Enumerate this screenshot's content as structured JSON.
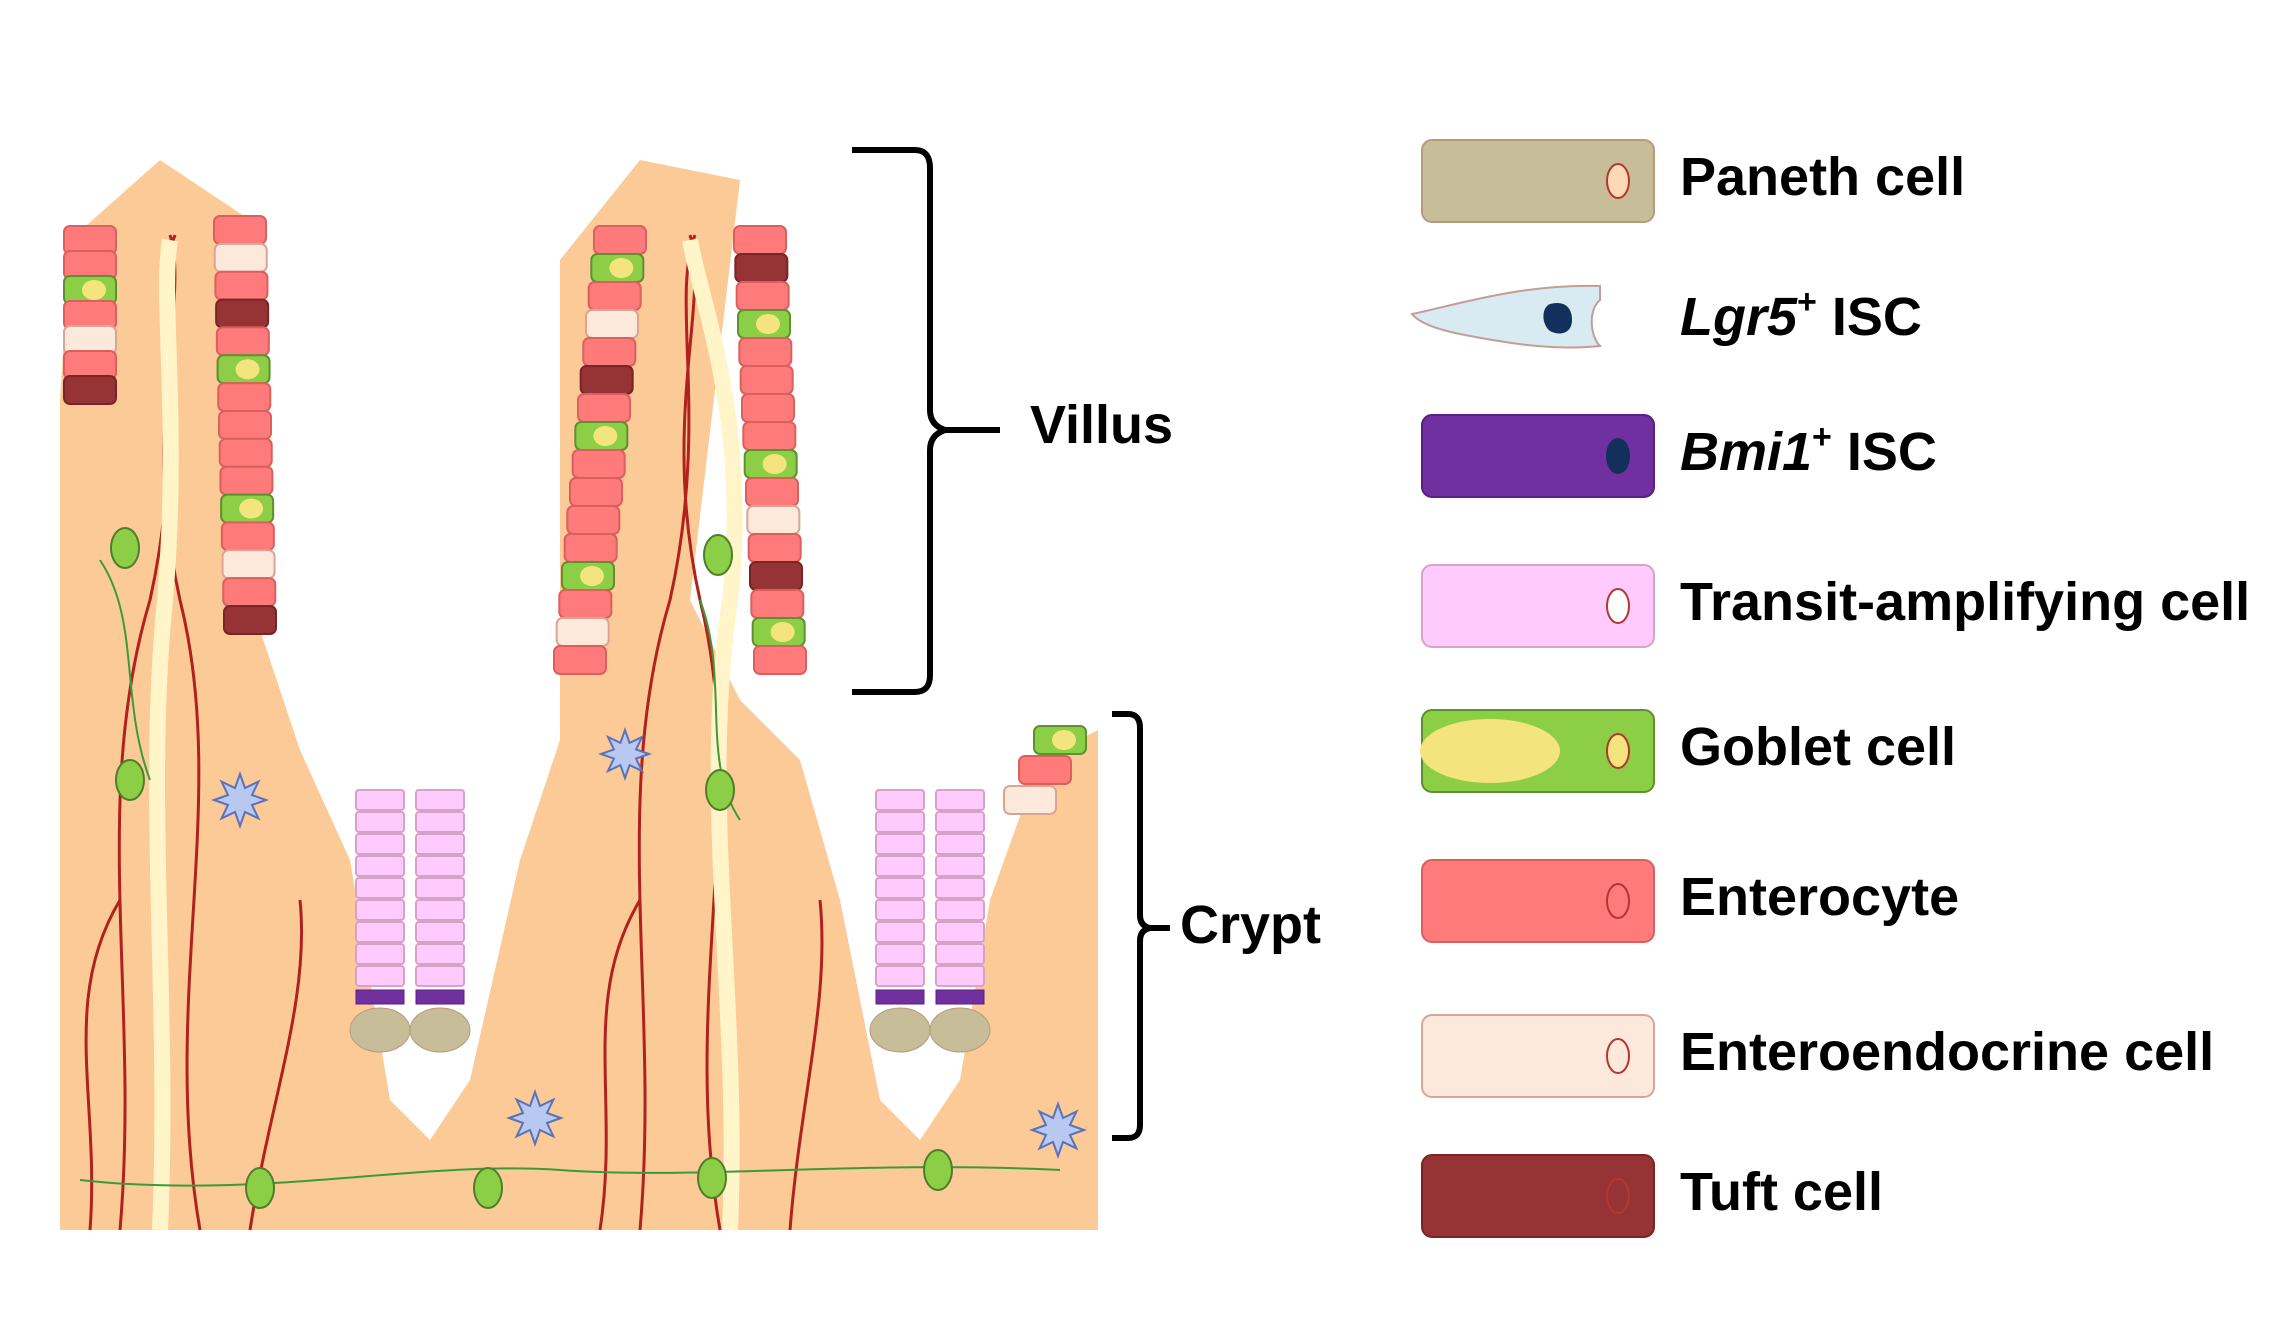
{
  "regions": {
    "villus": "Villus",
    "crypt": "Crypt"
  },
  "legend": [
    {
      "key": "paneth",
      "label": "Paneth cell",
      "fill": "#c8bd99",
      "stroke": "#b69b7e",
      "nucleus": "#ffd8b8",
      "shape": "rect"
    },
    {
      "key": "lgr5",
      "italic": "Lgr5",
      "sup": "+",
      "rest": " ISC",
      "fill": "#d8eaf2",
      "stroke": "#c49d95",
      "nucleus": "#13305c",
      "shape": "stem"
    },
    {
      "key": "bmi1",
      "italic": "Bmi1",
      "sup": "+",
      "rest": " ISC",
      "fill": "#7030a0",
      "stroke": "#5a2080",
      "nucleus": "#13305c",
      "shape": "rect"
    },
    {
      "key": "ta",
      "label": "Transit-amplifying cell",
      "fill": "#ffcafd",
      "stroke": "#d7a2c8",
      "nucleus": "#ffffff",
      "shape": "rect"
    },
    {
      "key": "goblet",
      "label": "Goblet cell",
      "fill": "#8ccf46",
      "stroke": "#5e8f30",
      "nucleus": "#f3e47d",
      "shape": "goblet"
    },
    {
      "key": "enterocyte",
      "label": "Enterocyte",
      "fill": "#ff7a7a",
      "stroke": "#d9605d",
      "nucleus": "#ff7a7a",
      "shape": "rect"
    },
    {
      "key": "eec",
      "label": "Enteroendocrine cell",
      "fill": "#fde9dc",
      "stroke": "#d8a595",
      "nucleus": "#fde9dc",
      "shape": "rect"
    },
    {
      "key": "tuft",
      "label": "Tuft cell",
      "fill": "#963335",
      "stroke": "#7a2426",
      "nucleus": "#963335",
      "shape": "rect"
    }
  ],
  "colors": {
    "lamina_propria": "#fcca96",
    "vessel": "#b0221b",
    "lacteal": "#fff5c8",
    "nerve": "#3c9a3c",
    "fibroblast": "#8ccf46",
    "immune": "#b8c8f0"
  }
}
